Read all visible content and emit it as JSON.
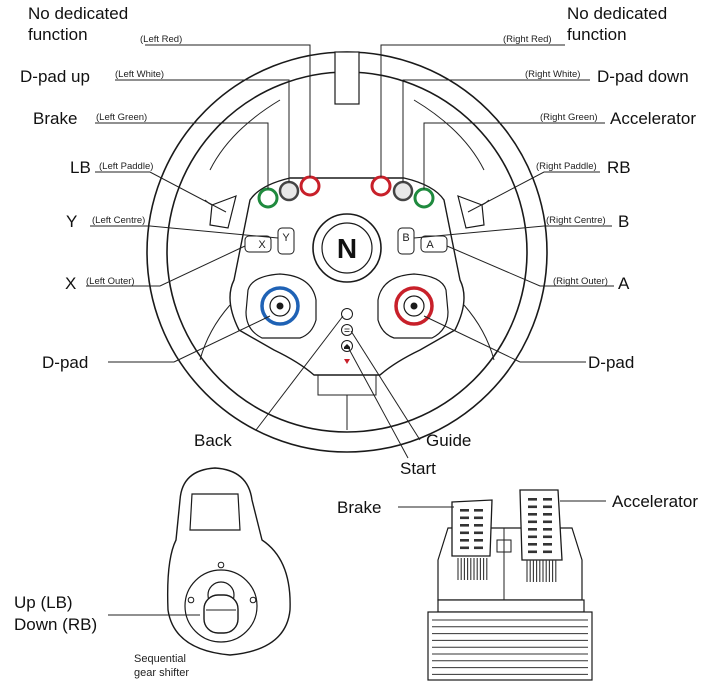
{
  "wheel_labels": {
    "left_top": [
      "No dedicated",
      "function"
    ],
    "right_top": [
      "No dedicated",
      "function"
    ],
    "left_red": "(Left Red)",
    "right_red": "(Right Red)",
    "dpad_up": "D-pad up",
    "left_white": "(Left White)",
    "dpad_down": "D-pad down",
    "right_white": "(Right White)",
    "brake": "Brake",
    "left_green": "(Left Green)",
    "accelerator": "Accelerator",
    "right_green": "(Right Green)",
    "lb": "LB",
    "left_paddle": "(Left Paddle)",
    "rb": "RB",
    "right_paddle": "(Right Paddle)",
    "y": "Y",
    "left_centre": "(Left Centre)",
    "b": "B",
    "right_centre": "(Right Centre)",
    "x": "X",
    "left_outer": "(Left Outer)",
    "a": "A",
    "right_outer": "(Right Outer)",
    "dpad_left": "D-pad",
    "dpad_right": "D-pad",
    "back": "Back",
    "guide": "Guide",
    "start": "Start",
    "logo": "N",
    "btn_y": "Y",
    "btn_x": "X",
    "btn_b": "B",
    "btn_a": "A"
  },
  "shifter_labels": {
    "up_down": [
      "Up (LB)",
      "Down (RB)"
    ],
    "caption": [
      "Sequential",
      "gear shifter"
    ]
  },
  "pedal_labels": {
    "brake": "Brake",
    "accelerator": "Accelerator"
  },
  "colors": {
    "red": "#c8202a",
    "green": "#1f8a3e",
    "blue": "#1f62b5",
    "white_btn": "#e8e8e8",
    "line": "#222222"
  }
}
